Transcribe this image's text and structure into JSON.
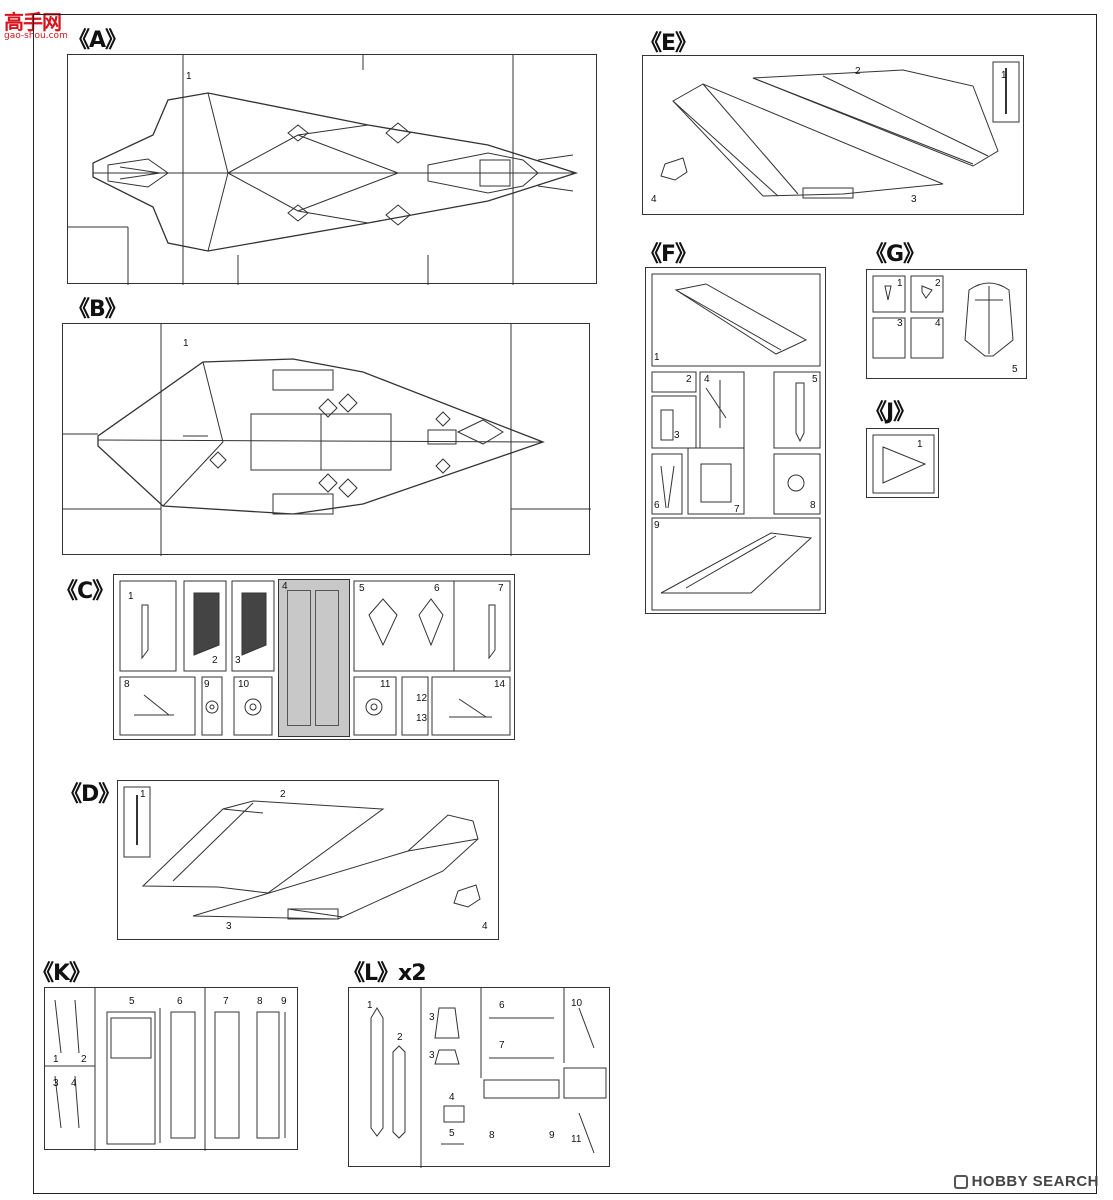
{
  "logo": {
    "text": "高手网",
    "url_text": "gao-shou.com"
  },
  "watermark": "HOBBY SEARCH",
  "sections": {
    "A": {
      "label": "《A》",
      "parts": [
        "1"
      ]
    },
    "B": {
      "label": "《B》",
      "parts": [
        "1"
      ]
    },
    "C": {
      "label": "《C》",
      "parts": [
        "1",
        "2",
        "3",
        "4",
        "5",
        "6",
        "7",
        "8",
        "9",
        "10",
        "11",
        "12",
        "13",
        "14"
      ]
    },
    "D": {
      "label": "《D》",
      "parts": [
        "1",
        "2",
        "3",
        "4"
      ]
    },
    "E": {
      "label": "《E》",
      "parts": [
        "1",
        "2",
        "3",
        "4"
      ]
    },
    "F": {
      "label": "《F》",
      "parts": [
        "1",
        "2",
        "3",
        "4",
        "5",
        "6",
        "7",
        "8",
        "9"
      ]
    },
    "G": {
      "label": "《G》",
      "parts": [
        "1",
        "2",
        "3",
        "4",
        "5"
      ]
    },
    "J": {
      "label": "《J》",
      "parts": [
        "1"
      ]
    },
    "K": {
      "label": "《K》",
      "parts": [
        "1",
        "2",
        "3",
        "4",
        "5",
        "6",
        "7",
        "8",
        "9"
      ]
    },
    "L": {
      "label": "《L》x2",
      "parts": [
        "1",
        "2",
        "3",
        "3",
        "4",
        "5",
        "6",
        "7",
        "8",
        "9",
        "10",
        "11"
      ]
    }
  }
}
